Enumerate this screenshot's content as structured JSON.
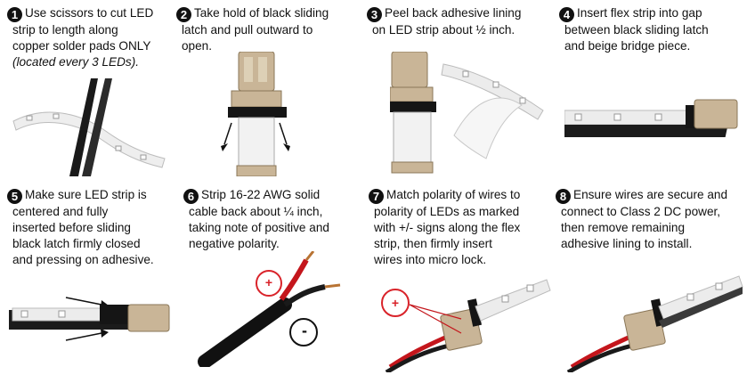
{
  "steps": [
    {
      "number": "1",
      "lines": [
        "Use scissors to cut LED",
        "strip to length along",
        "copper solder pads ONLY"
      ],
      "italic": "(located every 3 LEDs)."
    },
    {
      "number": "2",
      "lines": [
        "Take hold of black sliding",
        "latch and pull outward to",
        "open."
      ]
    },
    {
      "number": "3",
      "lines": [
        "Peel back adhesive lining",
        "on LED strip about ½ inch."
      ]
    },
    {
      "number": "4",
      "lines": [
        "Insert flex strip into gap",
        "between black sliding latch",
        "and beige bridge piece."
      ]
    },
    {
      "number": "5",
      "lines": [
        "Make sure LED strip is",
        "centered and fully",
        "inserted before sliding",
        "black latch firmly closed",
        "and pressing on adhesive."
      ]
    },
    {
      "number": "6",
      "lines": [
        "Strip 16-22 AWG solid",
        "cable back about ¼ inch,",
        "taking note of positive and",
        "negative polarity."
      ]
    },
    {
      "number": "7",
      "lines": [
        "Match polarity of wires to",
        "polarity of LEDs as marked",
        "with +/- signs along the flex",
        "strip, then firmly insert",
        "wires into micro lock."
      ]
    },
    {
      "number": "8",
      "lines": [
        "Ensure wires are secure and",
        "connect to Class 2 DC power,",
        "then remove remaining",
        "adhesive lining to install."
      ]
    }
  ],
  "labels": {
    "plus": "+",
    "minus": "-"
  },
  "colors": {
    "text": "#111111",
    "badge": "#111111",
    "polarity_circle": "#d9232a",
    "strip": "#eeeeee",
    "bridge": "#c9b597",
    "latch": "#151515"
  }
}
